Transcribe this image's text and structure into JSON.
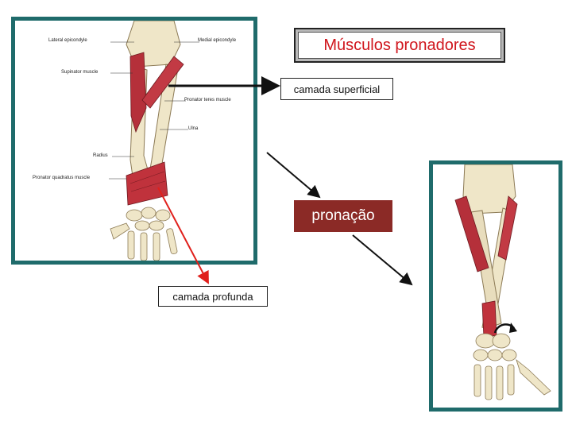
{
  "title": "Músculos pronadores",
  "labels": {
    "superficial": "camada superficial",
    "profunda": "camada profunda",
    "pronacao": "pronação"
  },
  "anatomy_labels": {
    "lateral_epicondyle": "Lateral epicondyle",
    "medial_epicondyle": "Medial epicondyle",
    "supinator_muscle": "Supinator muscle",
    "pronator_teres_muscle": "Pronator teres muscle",
    "ulna": "Ulna",
    "radius": "Radius",
    "pronator_quadratus_muscle": "Pronator quadratus muscle"
  },
  "colors": {
    "panel_border": "#1f6b6b",
    "title_text": "#d0161d",
    "pronacao_bg": "#8b2a26",
    "red_arrow": "#e0201c",
    "muscle": "#b5303a",
    "bone": "#efe6c8"
  }
}
